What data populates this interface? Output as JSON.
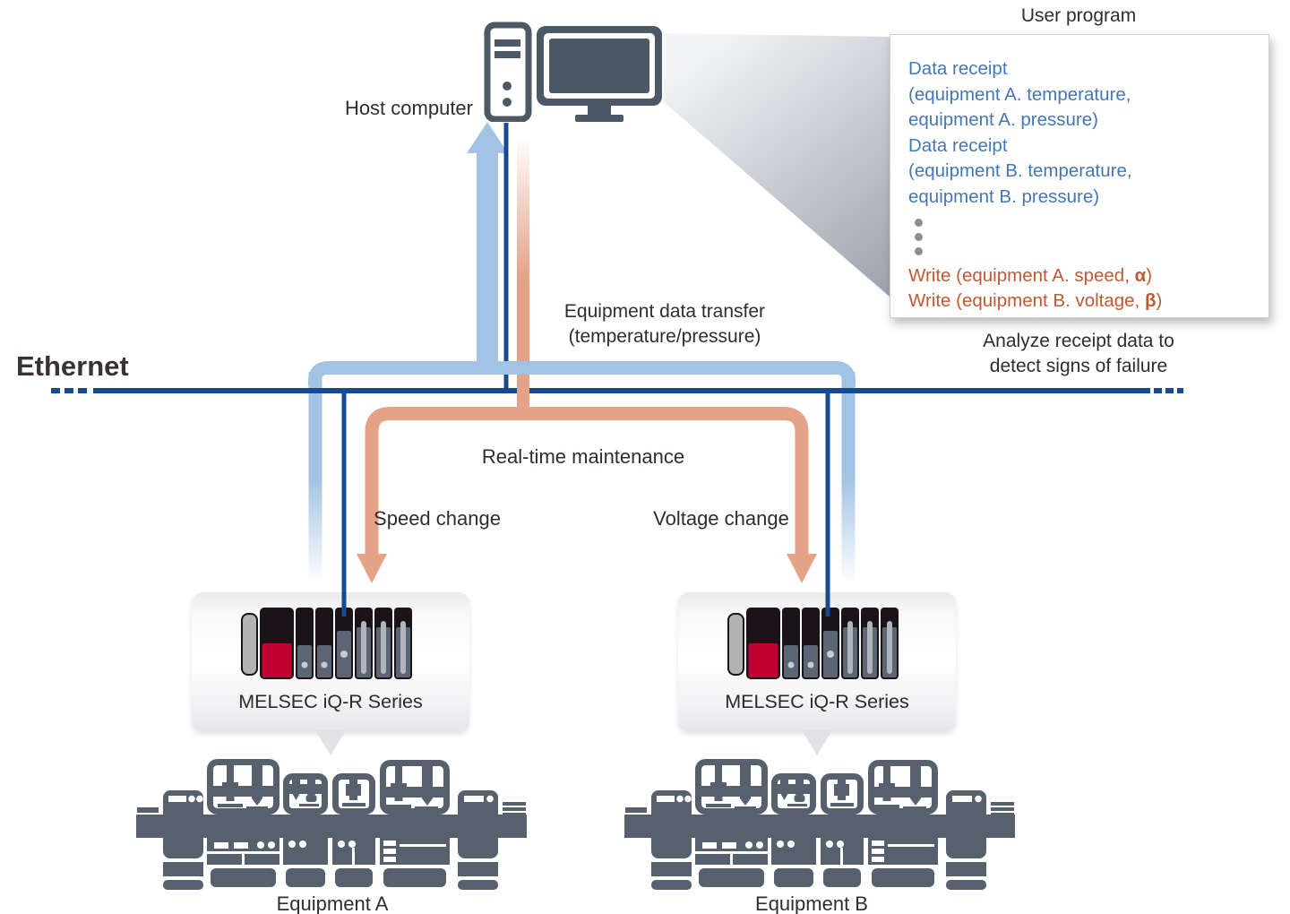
{
  "header": {
    "host_computer": "Host computer",
    "user_program": "User program"
  },
  "user_program": {
    "receipt_lines": [
      "Data receipt",
      "(equipment A. temperature,",
      "equipment A. pressure)",
      "Data receipt",
      "(equipment B. temperature,",
      "equipment  B. pressure)"
    ],
    "write_lines": [
      {
        "prefix": "Write (equipment A. speed, ",
        "symbol": "α",
        "suffix": ")"
      },
      {
        "prefix": "Write (equipment B. voltage, ",
        "symbol": "β",
        "suffix": ")"
      }
    ]
  },
  "network": {
    "ethernet": "Ethernet",
    "transfer_line1": "Equipment data transfer",
    "transfer_line2": "(temperature/pressure)",
    "analyze_line1": "Analyze receipt data to",
    "analyze_line2": "detect signs of failure",
    "realtime": "Real-time maintenance",
    "speed_change": "Speed change",
    "voltage_change": "Voltage change"
  },
  "plc": {
    "label": "MELSEC iQ-R Series"
  },
  "equipment": {
    "a": "Equipment A",
    "b": "Equipment B"
  },
  "colors": {
    "ethernet_line": "#184a91",
    "blue_arrow": "#a2c3e3",
    "orange_arrow": "#e4a286",
    "program_blue": "#4477b4",
    "program_orange": "#c05a33",
    "machine_gray": "#57616e",
    "host_gray": "#4d5866",
    "plc_red": "#c10032",
    "plc_black": "#1a1418"
  }
}
